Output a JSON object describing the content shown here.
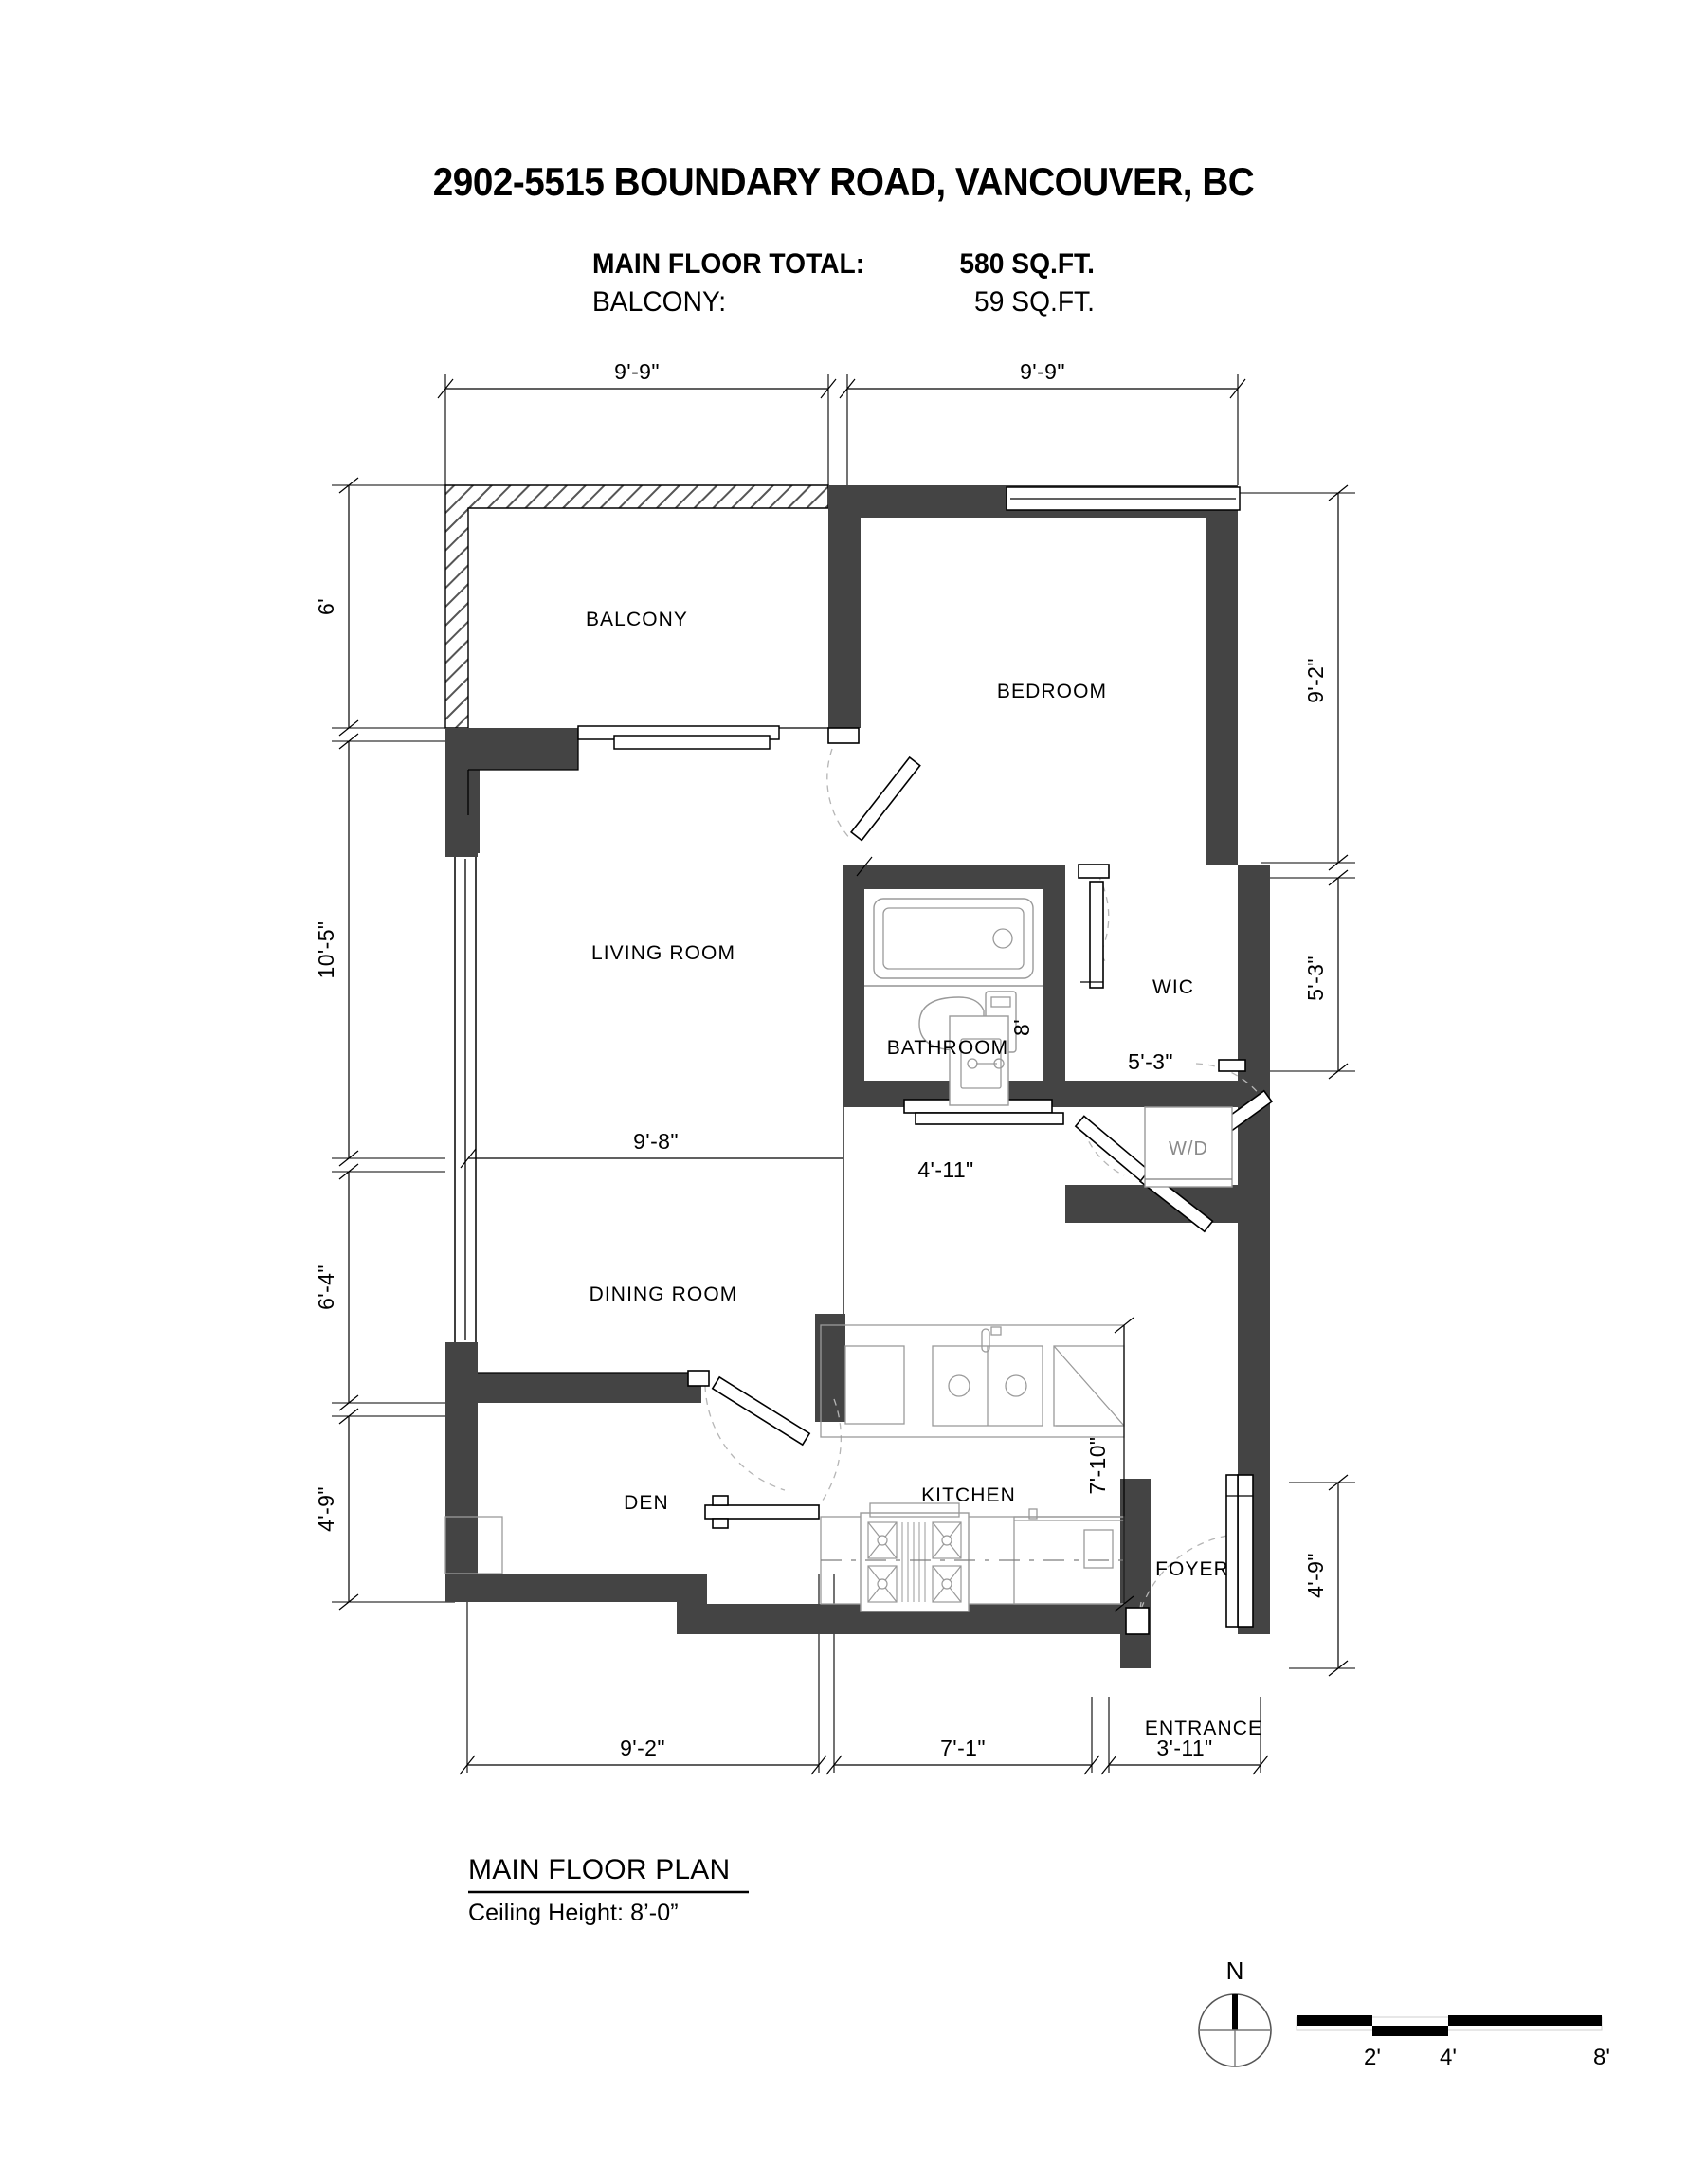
{
  "header": {
    "title": "2902-5515 BOUNDARY ROAD, VANCOUVER, BC",
    "main_floor_label": "MAIN FLOOR TOTAL:",
    "main_floor_value": "580 SQ.FT.",
    "balcony_label": "BALCONY:",
    "balcony_value": "59 SQ.FT."
  },
  "rooms": {
    "balcony": "BALCONY",
    "bedroom": "BEDROOM",
    "living_room": "LIVING ROOM",
    "dining_room": "DINING ROOM",
    "bathroom": "BATHROOM",
    "wic": "WIC",
    "kitchen": "KITCHEN",
    "den": "DEN",
    "foyer": "FOYER",
    "entrance": "ENTRANCE",
    "washer_dryer": "W/D"
  },
  "dimensions": {
    "top_left": "9'-9\"",
    "top_right": "9'-9\"",
    "left_1": "6'",
    "left_2": "10'-5\"",
    "left_3": "6'-4\"",
    "left_4": "4'-9\"",
    "right_1": "9'-2\"",
    "right_2": "5'-3\"",
    "right_3": "4'-9\"",
    "bottom_1": "9'-2\"",
    "bottom_2": "7'-1\"",
    "bottom_3": "3'-11\"",
    "living_width": "9'-8\"",
    "bathroom_width": "4'-11\"",
    "bathroom_height": "8'",
    "wic_width": "5'-3\"",
    "kitchen_height": "7'-10\""
  },
  "footer": {
    "plan_title": "MAIN FLOOR PLAN",
    "ceiling": "Ceiling Height: 8’-0”"
  },
  "compass": {
    "north": "N"
  },
  "scale_bar": {
    "t1": "2'",
    "t2": "4'",
    "t3": "8'"
  },
  "colors": {
    "wall": "#444444",
    "ink": "#000000",
    "paper": "#ffffff",
    "fixture_line": "#9a9a9a",
    "swing": "#b5b5b5"
  }
}
